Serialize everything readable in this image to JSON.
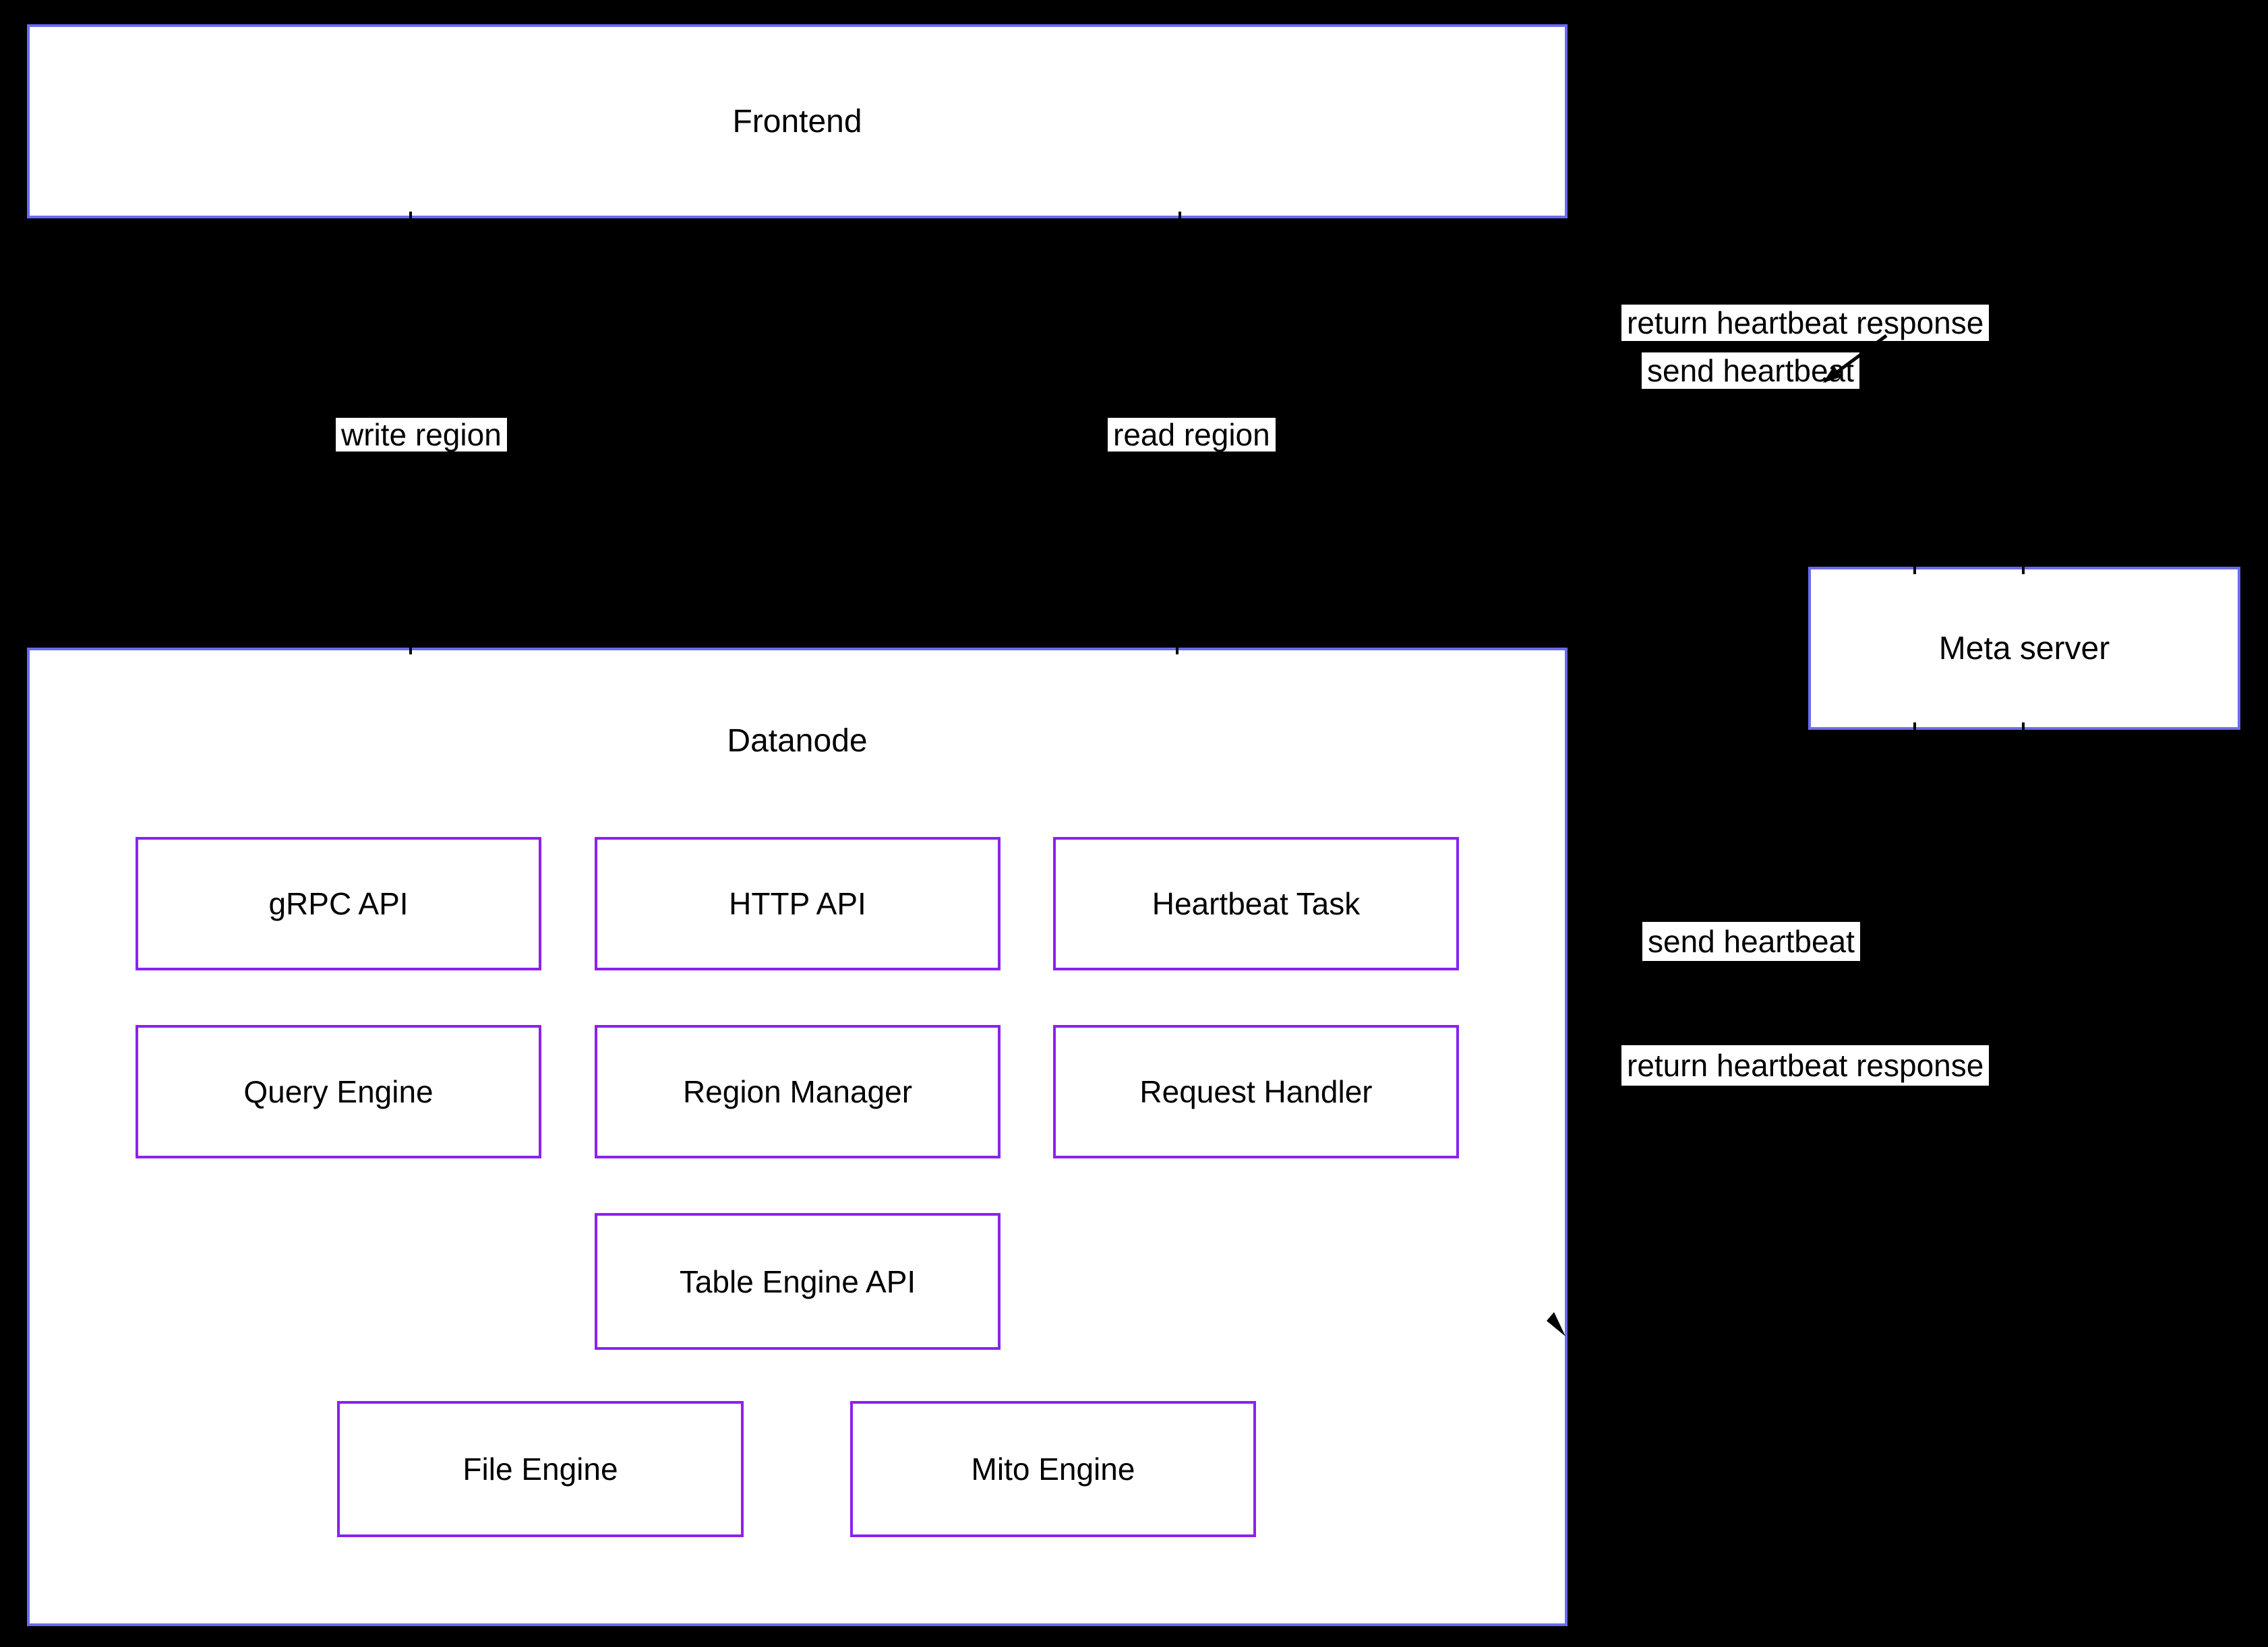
{
  "colors": {
    "background": "#000000",
    "node_border_blue": "#6b6bf2",
    "component_border_purple": "#8a22f0",
    "node_fill": "#ffffff",
    "label_background": "#ffffff",
    "text": "#000000",
    "arrow": "#000000"
  },
  "nodes": {
    "frontend": {
      "label": "Frontend"
    },
    "datanode": {
      "label": "Datanode"
    },
    "meta_server": {
      "label": "Meta server"
    }
  },
  "datanode_components": {
    "grpc_api": "gRPC API",
    "http_api": "HTTP API",
    "heartbeat_task": "Heartbeat Task",
    "query_engine": "Query Engine",
    "region_manager": "Region Manager",
    "request_handler": "Request Handler",
    "table_engine_api": "Table Engine API",
    "file_engine": "File Engine",
    "mito_engine": "Mito Engine"
  },
  "edge_labels": {
    "frontend_meta_return": "return heartbeat response",
    "frontend_meta_send": "send heartbeat",
    "write_region": "write region",
    "read_region": "read region",
    "datanode_meta_send": "send heartbeat",
    "datanode_meta_return": "return heartbeat response"
  }
}
